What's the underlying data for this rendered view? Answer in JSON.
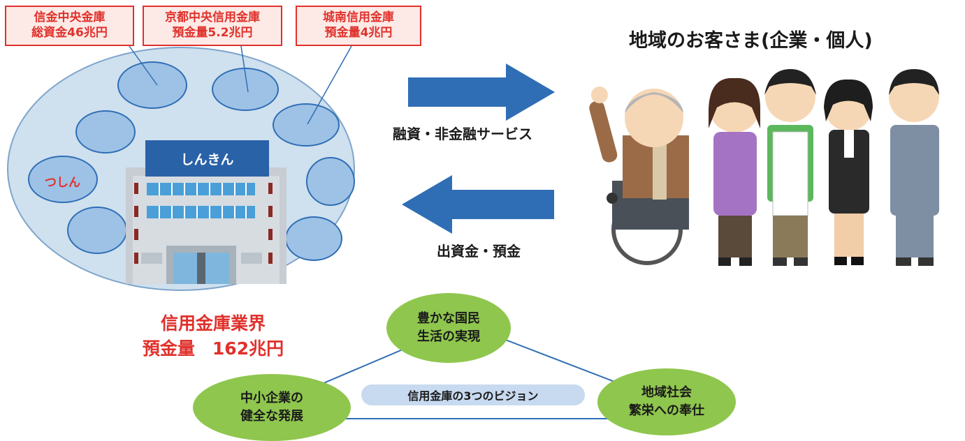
{
  "callouts": [
    {
      "line1": "信金中央金庫",
      "line2": "総資金46兆円"
    },
    {
      "line1": "京都中央信用金庫",
      "line2": "預金量5.2兆円"
    },
    {
      "line1": "城南信用金庫",
      "line2": "預金量4兆円"
    }
  ],
  "building_sign": "しんきん",
  "tsushin_label": "つしん",
  "industry": {
    "line1": "信用金庫業界",
    "line2": "預金量　162兆円"
  },
  "customers_title": "地域のお客さま(企業・個人)",
  "arrow_right_label": "融資・非金融サービス",
  "arrow_left_label": "出資金・預金",
  "visions": {
    "top": {
      "line1": "豊かな国民",
      "line2": "生活の実現"
    },
    "left": {
      "line1": "中小企業の",
      "line2": "健全な発展"
    },
    "right": {
      "line1": "地域社会",
      "line2": "繁栄への奉仕"
    }
  },
  "vision_caption": "信用金庫の3つのビジョン",
  "colors": {
    "accent_red": "#e0312c",
    "arrow_blue": "#2f6eb5",
    "vision_green": "#8fc64e",
    "ellipse_fill": "#cfe0ee"
  }
}
